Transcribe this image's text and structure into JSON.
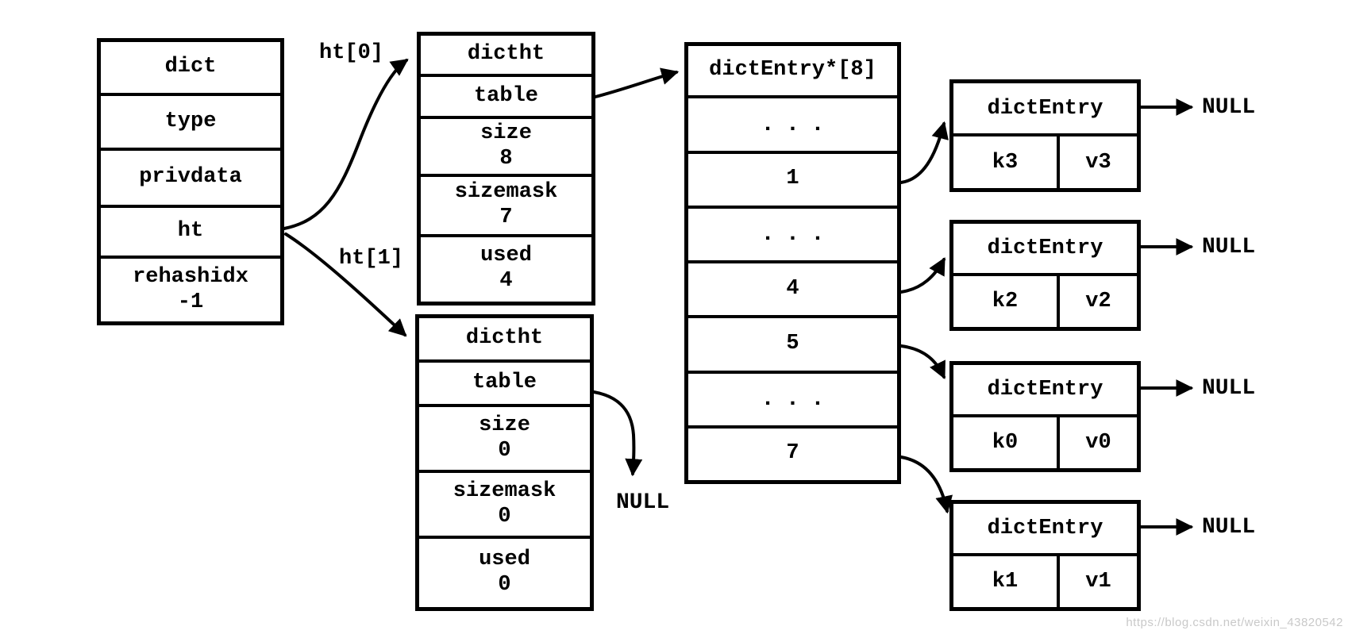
{
  "colors": {
    "ink": "#000000",
    "background": "#ffffff",
    "watermark": "#c9c9c9"
  },
  "labels": {
    "ht0": "ht[0]",
    "ht1": "ht[1]",
    "null": "NULL"
  },
  "dict": {
    "header": "dict",
    "rows": [
      {
        "label": "type"
      },
      {
        "label": "privdata"
      },
      {
        "label": "ht"
      },
      {
        "label": "rehashidx",
        "value": "-1"
      }
    ]
  },
  "ht0_table": {
    "header": "dictht",
    "rows": [
      {
        "label": "table"
      },
      {
        "label": "size",
        "value": "8"
      },
      {
        "label": "sizemask",
        "value": "7"
      },
      {
        "label": "used",
        "value": "4"
      }
    ]
  },
  "ht1_table": {
    "header": "dictht",
    "rows": [
      {
        "label": "table"
      },
      {
        "label": "size",
        "value": "0"
      },
      {
        "label": "sizemask",
        "value": "0"
      },
      {
        "label": "used",
        "value": "0"
      }
    ]
  },
  "bucket_array": {
    "header": "dictEntry*[8]",
    "rows": [
      "...",
      "1",
      "...",
      "4",
      "5",
      "...",
      "7"
    ]
  },
  "entries": [
    {
      "header": "dictEntry",
      "key": "k3",
      "value": "v3",
      "next": "NULL"
    },
    {
      "header": "dictEntry",
      "key": "k2",
      "value": "v2",
      "next": "NULL"
    },
    {
      "header": "dictEntry",
      "key": "k0",
      "value": "v0",
      "next": "NULL"
    },
    {
      "header": "dictEntry",
      "key": "k1",
      "value": "v1",
      "next": "NULL"
    }
  ],
  "watermark": "https://blog.csdn.net/weixin_43820542"
}
